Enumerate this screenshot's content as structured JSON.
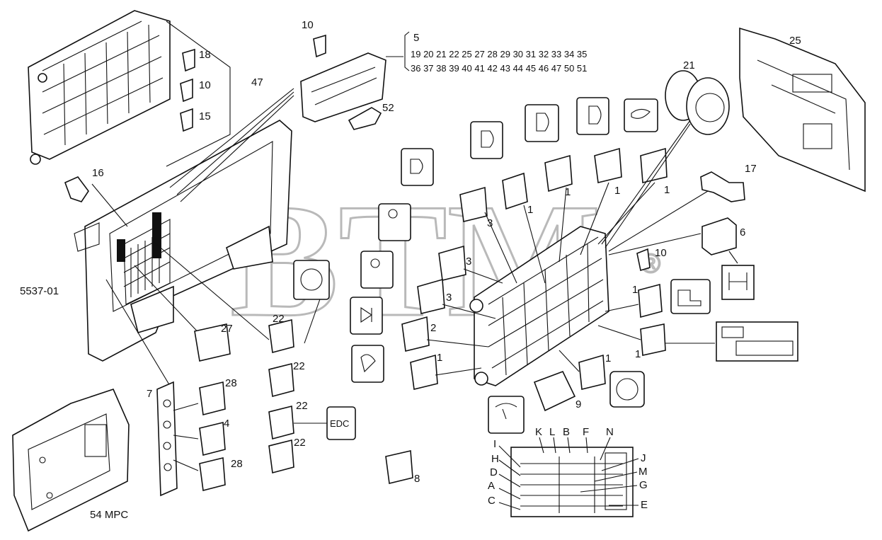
{
  "diagram": {
    "code": "5537-01",
    "watermark": "BTM",
    "watermark_mark": "®",
    "callouts": {
      "c47": "47",
      "c18": "18",
      "c10a": "10",
      "c15": "15",
      "c10b": "10",
      "c5": "5",
      "row1": "19 20 21 22 25 27 28 29 30 31 32 33 34 35",
      "row2": "36 37 38 39 40 41 42 43 44 45 46 47 50 51",
      "c52": "52",
      "c16": "16",
      "c21": "21",
      "c25": "25",
      "c17": "17",
      "c6": "6",
      "c10c": "10",
      "r1a": "1",
      "r1b": "1",
      "r1c": "1",
      "r1d": "1",
      "r3a": "3",
      "r3b": "3",
      "r3c": "3",
      "r2": "2",
      "r1e": "1",
      "r1f": "1",
      "r1g": "1",
      "r1h": "1",
      "c9": "9",
      "c8": "8",
      "c27": "27",
      "c22a": "22",
      "c22b": "22",
      "c22c": "22",
      "c22d": "22",
      "c7": "7",
      "c28a": "28",
      "c4": "4",
      "c28b": "28",
      "c54": "54 MPC",
      "edc": "EDC",
      "K": "K",
      "L": "L",
      "B": "B",
      "F": "F",
      "N": "N",
      "I": "I",
      "H": "H",
      "D": "D",
      "A": "A",
      "C": "C",
      "J": "J",
      "M": "M",
      "G": "G",
      "E": "E"
    }
  }
}
